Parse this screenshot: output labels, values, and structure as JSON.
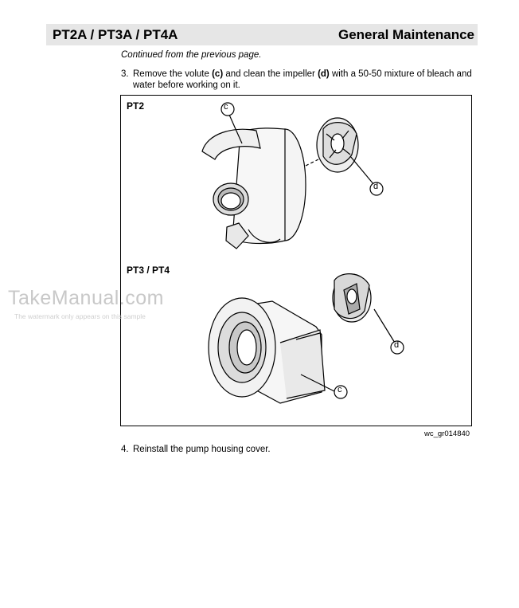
{
  "header": {
    "model": "PT2A / PT3A / PT4A",
    "section": "General Maintenance"
  },
  "continued_note": "Continued from the previous page.",
  "steps": [
    {
      "number": "3.",
      "text_before_c": "Remove the volute ",
      "ref_c": "(c)",
      "text_middle": " and clean the impeller ",
      "ref_d": "(d)",
      "text_after": " with a 50-50 mixture of bleach and water before working on it."
    },
    {
      "number": "4.",
      "text": "Reinstall the pump housing cover."
    }
  ],
  "figure": {
    "label_top": "PT2",
    "label_bottom": "PT3 / PT4",
    "callouts": {
      "c": "c",
      "d": "d"
    },
    "figure_id": "wc_gr014840"
  },
  "watermark": {
    "main": "TakeManual.com",
    "sub": "The watermark only appears on this sample"
  }
}
